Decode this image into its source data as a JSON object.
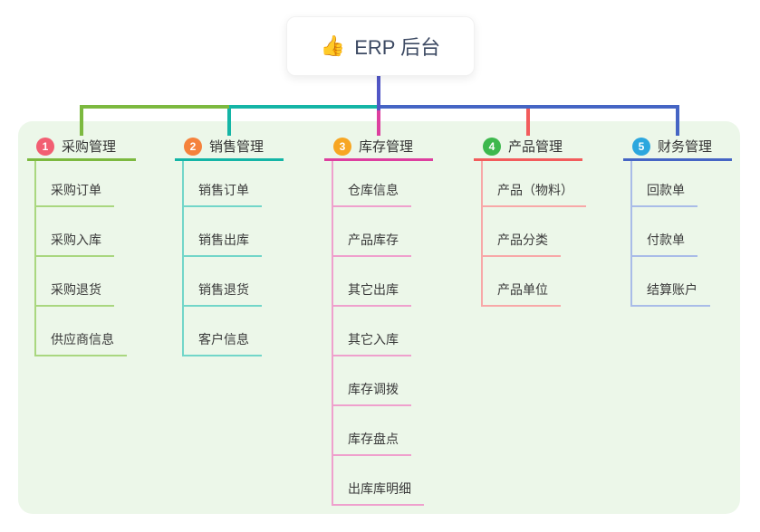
{
  "root": {
    "icon": "thumbs-up-icon",
    "icon_glyph": "👍",
    "title": "ERP 后台",
    "line_color": "#5156c6"
  },
  "panel_color": "#ecf7e9",
  "branches": [
    {
      "number": "1",
      "label": "采购管理",
      "badge_color": "#f25e72",
      "line_color": "#7cb93f",
      "child_line_color": "#a9d77f",
      "children": [
        "采购订单",
        "采购入库",
        "采购退货",
        "供应商信息"
      ]
    },
    {
      "number": "2",
      "label": "销售管理",
      "badge_color": "#f5823c",
      "line_color": "#14b5a6",
      "child_line_color": "#72d6c9",
      "children": [
        "销售订单",
        "销售出库",
        "销售退货",
        "客户信息"
      ]
    },
    {
      "number": "3",
      "label": "库存管理",
      "badge_color": "#f7a623",
      "line_color": "#dd3f9f",
      "child_line_color": "#efa0cd",
      "children": [
        "仓库信息",
        "产品库存",
        "其它出库",
        "其它入库",
        "库存调拨",
        "库存盘点",
        "出库库明细"
      ]
    },
    {
      "number": "4",
      "label": "产品管理",
      "badge_color": "#3db84d",
      "line_color": "#f25c5c",
      "child_line_color": "#f8a8a8",
      "children": [
        "产品（物料）",
        "产品分类",
        "产品单位"
      ]
    },
    {
      "number": "5",
      "label": "财务管理",
      "badge_color": "#2ca7de",
      "line_color": "#4565c4",
      "child_line_color": "#a9bce8",
      "children": [
        "回款单",
        "付款单",
        "结算账户"
      ]
    }
  ]
}
